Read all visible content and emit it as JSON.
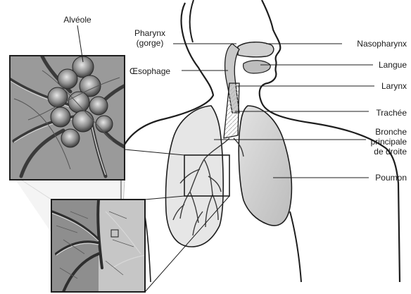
{
  "labels": {
    "alveole": "Alvéole",
    "pharynx_line1": "Pharynx",
    "pharynx_line2": "(gorge)",
    "oesophage": "Œsophage",
    "nasopharynx": "Nasopharynx",
    "langue": "Langue",
    "larynx": "Larynx",
    "trachee": "Trachée",
    "bronche_line1": "Bronche",
    "bronche_line2": "principale",
    "bronche_line3": "de droite",
    "poumon": "Poumon"
  },
  "colors": {
    "outline": "#1e1e1e",
    "lung_fill": "#cfcfcf",
    "lung_light": "#dddddd",
    "airway_fill": "#bdbdbd",
    "inset_bg": "#8a8a8a",
    "inset_dark": "#3a3a3a"
  }
}
